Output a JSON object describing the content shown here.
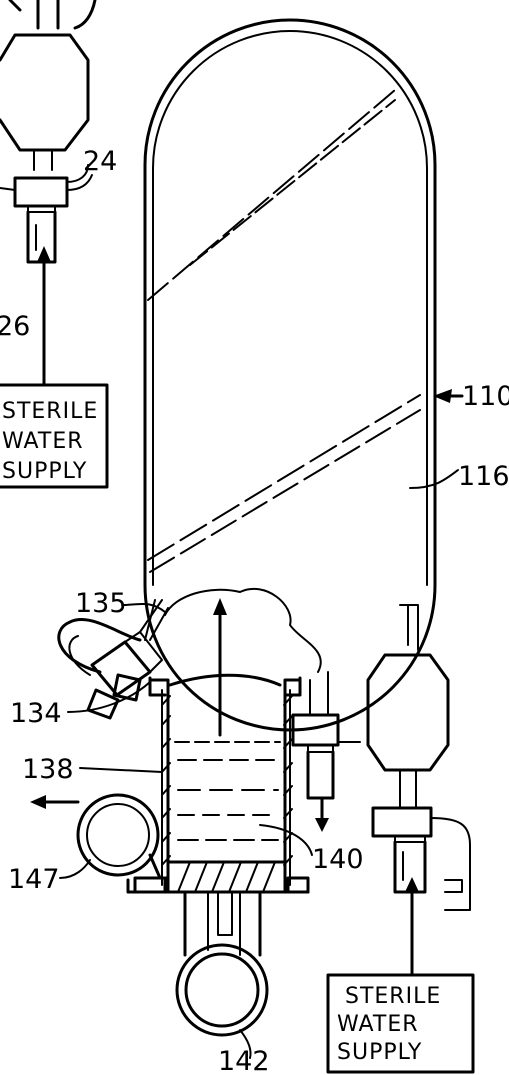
{
  "labels": {
    "ref_24": "24",
    "ref_26": "26",
    "ref_110": "110",
    "ref_116": "116",
    "ref_135": "135",
    "ref_134": "134",
    "ref_138": "138",
    "ref_140": "140",
    "ref_147": "147",
    "ref_142": "142"
  },
  "supply_boxes": {
    "left": {
      "line1": "STERILE",
      "line2": "WATER",
      "line3": "SUPPLY"
    },
    "right": {
      "line1": "STERILE",
      "line2": "WATER",
      "line3": "SUPPLY"
    }
  }
}
